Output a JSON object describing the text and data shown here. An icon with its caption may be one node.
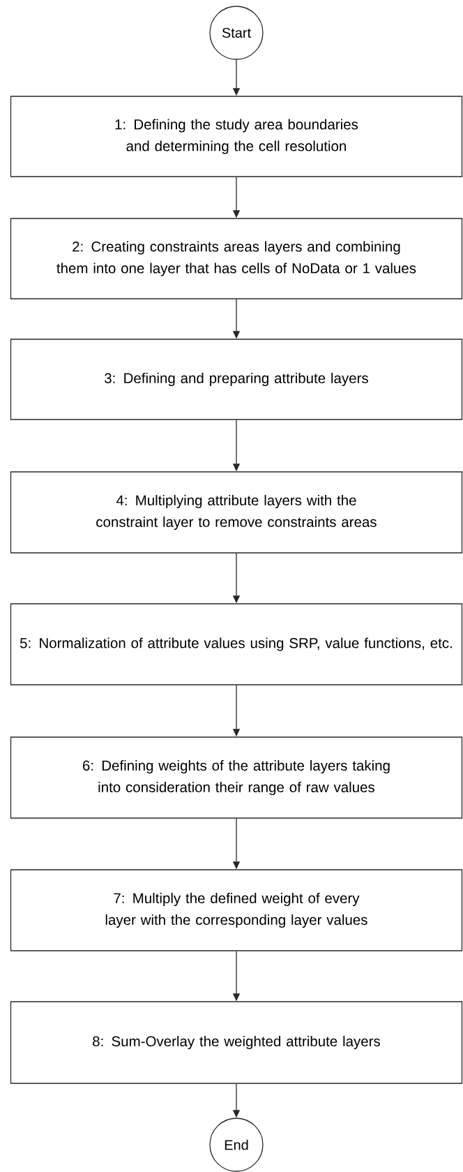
{
  "diagram": {
    "nodes": [
      {
        "text": [
          "Start"
        ]
      },
      {
        "text": [
          "1: Defining the study area boundaries and determining the cell resolution"
        ]
      },
      {
        "text": [
          "2: Creating constraints areas layers and combining them into one layer that has cells of NoData or 1 values"
        ]
      },
      {
        "text": [
          "3: Defining and preparing attribute layers"
        ]
      },
      {
        "text": [
          "4: Multiplying attribute layers with the constraint layer to remove constraints areas"
        ]
      },
      {
        "text": [
          "5: Normalization of attribute values using SRP, value functions, etc."
        ]
      },
      {
        "text": [
          "6: Defining weights of the attribute layers taking into consideration their range of raw values"
        ]
      },
      {
        "text": [
          "7: Multiply the defined weight of every layer with the corresponding layer values"
        ]
      },
      {
        "text": [
          "8: Sum-Overlay the weighted attribute layers"
        ]
      },
      {
        "text": [
          "End"
        ]
      }
    ],
    "edges": [
      {
        "from": 0,
        "to": 1,
        "arrow": "to"
      },
      {
        "from": 1,
        "to": 2,
        "arrow": "to"
      },
      {
        "from": 2,
        "to": 3,
        "arrow": "to"
      },
      {
        "from": 3,
        "to": 4,
        "arrow": "to"
      },
      {
        "from": 4,
        "to": 5,
        "arrow": "to"
      },
      {
        "from": 5,
        "to": 6,
        "arrow": "to"
      },
      {
        "from": 6,
        "to": 7,
        "arrow": "to"
      },
      {
        "from": 7,
        "to": 8,
        "arrow": "to"
      },
      {
        "from": 8,
        "to": 9,
        "arrow": "to"
      }
    ]
  }
}
